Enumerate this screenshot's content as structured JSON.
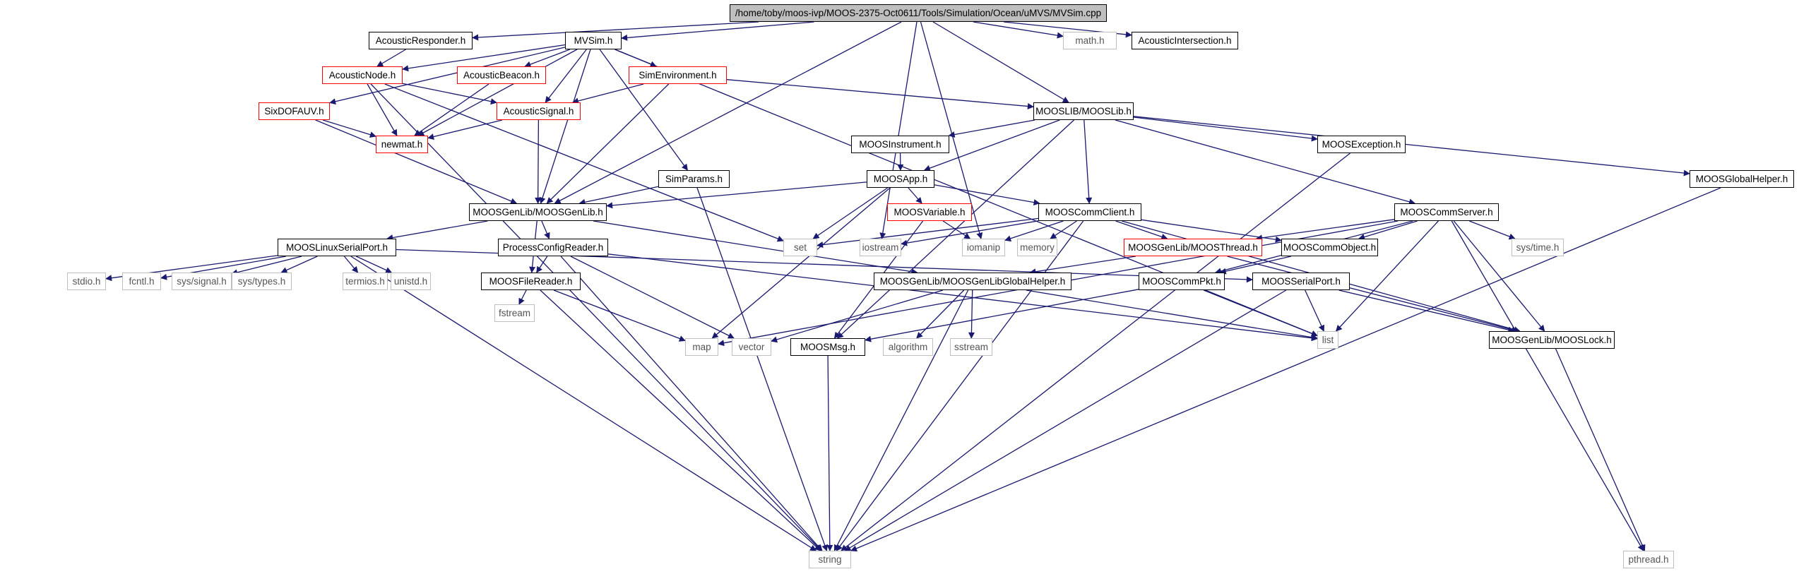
{
  "graph": {
    "colors": {
      "edge": "#191970",
      "node_border": "#000000",
      "node_warn": "#ff0000",
      "external": "#bfbfbf",
      "root_fill": "#bfbfbf"
    },
    "nodes": [
      {
        "id": "root",
        "label": "/home/toby/moos-ivp/MOOS-2375-Oct0611/Tools/Simulation/Ocean/uMVS/MVSim.cpp",
        "kind": "root"
      },
      {
        "id": "acresp",
        "label": "AcousticResponder.h",
        "kind": "normal"
      },
      {
        "id": "mvsim",
        "label": "MVSim.h",
        "kind": "normal"
      },
      {
        "id": "math",
        "label": "math.h",
        "kind": "ext"
      },
      {
        "id": "acinter",
        "label": "AcousticIntersection.h",
        "kind": "normal"
      },
      {
        "id": "acnode",
        "label": "AcousticNode.h",
        "kind": "red"
      },
      {
        "id": "acbeacon",
        "label": "AcousticBeacon.h",
        "kind": "red"
      },
      {
        "id": "simenv",
        "label": "SimEnvironment.h",
        "kind": "red"
      },
      {
        "id": "sixdof",
        "label": "SixDOFAUV.h",
        "kind": "red"
      },
      {
        "id": "acsig",
        "label": "AcousticSignal.h",
        "kind": "red"
      },
      {
        "id": "moosliblib",
        "label": "MOOSLIB/MOOSLib.h",
        "kind": "normal"
      },
      {
        "id": "newmat",
        "label": "newmat.h",
        "kind": "red"
      },
      {
        "id": "mooinst",
        "label": "MOOSInstrument.h",
        "kind": "normal"
      },
      {
        "id": "mooexc",
        "label": "MOOSException.h",
        "kind": "normal"
      },
      {
        "id": "simparams",
        "label": "SimParams.h",
        "kind": "normal"
      },
      {
        "id": "moosapp",
        "label": "MOOSApp.h",
        "kind": "normal"
      },
      {
        "id": "globalhelper",
        "label": "MOOSGlobalHelper.h",
        "kind": "normal"
      },
      {
        "id": "genlib",
        "label": "MOOSGenLib/MOOSGenLib.h",
        "kind": "normal"
      },
      {
        "id": "moosvar",
        "label": "MOOSVariable.h",
        "kind": "red"
      },
      {
        "id": "commclient",
        "label": "MOOSCommClient.h",
        "kind": "normal"
      },
      {
        "id": "commserver",
        "label": "MOOSCommServer.h",
        "kind": "normal"
      },
      {
        "id": "linuxserial",
        "label": "MOOSLinuxSerialPort.h",
        "kind": "normal"
      },
      {
        "id": "pcr",
        "label": "ProcessConfigReader.h",
        "kind": "normal"
      },
      {
        "id": "set",
        "label": "set",
        "kind": "ext"
      },
      {
        "id": "iostream",
        "label": "iostream",
        "kind": "ext"
      },
      {
        "id": "iomanip",
        "label": "iomanip",
        "kind": "ext"
      },
      {
        "id": "memory",
        "label": "memory",
        "kind": "ext"
      },
      {
        "id": "moosthread",
        "label": "MOOSGenLib/MOOSThread.h",
        "kind": "red"
      },
      {
        "id": "commobject",
        "label": "MOOSCommObject.h",
        "kind": "normal"
      },
      {
        "id": "systime",
        "label": "sys/time.h",
        "kind": "ext"
      },
      {
        "id": "stdio",
        "label": "stdio.h",
        "kind": "ext"
      },
      {
        "id": "fcntl",
        "label": "fcntl.h",
        "kind": "ext"
      },
      {
        "id": "syssignal",
        "label": "sys/signal.h",
        "kind": "ext"
      },
      {
        "id": "systypes",
        "label": "sys/types.h",
        "kind": "ext"
      },
      {
        "id": "termios",
        "label": "termios.h",
        "kind": "ext"
      },
      {
        "id": "unistd",
        "label": "unistd.h",
        "kind": "ext"
      },
      {
        "id": "filereader",
        "label": "MOOSFileReader.h",
        "kind": "normal"
      },
      {
        "id": "genlibglobal",
        "label": "MOOSGenLib/MOOSGenLibGlobalHelper.h",
        "kind": "normal"
      },
      {
        "id": "commpkt",
        "label": "MOOSCommPkt.h",
        "kind": "normal"
      },
      {
        "id": "serialport",
        "label": "MOOSSerialPort.h",
        "kind": "normal"
      },
      {
        "id": "fstream",
        "label": "fstream",
        "kind": "ext"
      },
      {
        "id": "map",
        "label": "map",
        "kind": "ext"
      },
      {
        "id": "vector",
        "label": "vector",
        "kind": "ext"
      },
      {
        "id": "moosmsg",
        "label": "MOOSMsg.h",
        "kind": "normal"
      },
      {
        "id": "algorithm",
        "label": "algorithm",
        "kind": "ext"
      },
      {
        "id": "sstream",
        "label": "sstream",
        "kind": "ext"
      },
      {
        "id": "list",
        "label": "list",
        "kind": "ext"
      },
      {
        "id": "mooslock",
        "label": "MOOSGenLib/MOOSLock.h",
        "kind": "normal"
      },
      {
        "id": "string",
        "label": "string",
        "kind": "ext"
      },
      {
        "id": "pthread",
        "label": "pthread.h",
        "kind": "ext"
      }
    ],
    "edges": [
      [
        "root",
        "acresp"
      ],
      [
        "root",
        "mvsim"
      ],
      [
        "root",
        "math"
      ],
      [
        "root",
        "acinter"
      ],
      [
        "root",
        "genlib"
      ],
      [
        "root",
        "moosliblib"
      ],
      [
        "root",
        "iostream"
      ],
      [
        "root",
        "iomanip"
      ],
      [
        "acresp",
        "acnode"
      ],
      [
        "mvsim",
        "acnode"
      ],
      [
        "mvsim",
        "acbeacon"
      ],
      [
        "mvsim",
        "simenv"
      ],
      [
        "mvsim",
        "sixdof"
      ],
      [
        "mvsim",
        "acsig"
      ],
      [
        "mvsim",
        "newmat"
      ],
      [
        "mvsim",
        "simparams"
      ],
      [
        "mvsim",
        "genlib"
      ],
      [
        "mvsim",
        "list"
      ],
      [
        "acnode",
        "acsig"
      ],
      [
        "acnode",
        "newmat"
      ],
      [
        "acnode",
        "set"
      ],
      [
        "acnode",
        "string"
      ],
      [
        "acbeacon",
        "newmat"
      ],
      [
        "simenv",
        "acsig"
      ],
      [
        "simenv",
        "moosliblib"
      ],
      [
        "simenv",
        "genlib"
      ],
      [
        "sixdof",
        "newmat"
      ],
      [
        "sixdof",
        "genlib"
      ],
      [
        "acsig",
        "newmat"
      ],
      [
        "acsig",
        "genlib"
      ],
      [
        "moosliblib",
        "mooinst"
      ],
      [
        "moosliblib",
        "mooexc"
      ],
      [
        "moosliblib",
        "moosapp"
      ],
      [
        "moosliblib",
        "globalhelper"
      ],
      [
        "moosliblib",
        "commclient"
      ],
      [
        "moosliblib",
        "commserver"
      ],
      [
        "moosliblib",
        "moosmsg"
      ],
      [
        "mooinst",
        "moosapp"
      ],
      [
        "mooexc",
        "string"
      ],
      [
        "simparams",
        "genlib"
      ],
      [
        "simparams",
        "string"
      ],
      [
        "moosapp",
        "genlib"
      ],
      [
        "moosapp",
        "moosvar"
      ],
      [
        "moosapp",
        "commclient"
      ],
      [
        "moosapp",
        "set"
      ],
      [
        "moosapp",
        "map"
      ],
      [
        "globalhelper",
        "string"
      ],
      [
        "genlib",
        "linuxserial"
      ],
      [
        "genlib",
        "pcr"
      ],
      [
        "genlib",
        "filereader"
      ],
      [
        "genlib",
        "genlibglobal"
      ],
      [
        "moosvar",
        "iomanip"
      ],
      [
        "moosvar",
        "moosmsg"
      ],
      [
        "commclient",
        "set"
      ],
      [
        "commclient",
        "iostream"
      ],
      [
        "commclient",
        "iomanip"
      ],
      [
        "commclient",
        "memory"
      ],
      [
        "commclient",
        "moosthread"
      ],
      [
        "commclient",
        "commobject"
      ],
      [
        "commclient",
        "mooslock"
      ],
      [
        "commclient",
        "string"
      ],
      [
        "commserver",
        "moosthread"
      ],
      [
        "commserver",
        "commobject"
      ],
      [
        "commserver",
        "commpkt"
      ],
      [
        "commserver",
        "systime"
      ],
      [
        "commserver",
        "list"
      ],
      [
        "commserver",
        "mooslock"
      ],
      [
        "commserver",
        "pthread"
      ],
      [
        "commserver",
        "map"
      ],
      [
        "linuxserial",
        "stdio"
      ],
      [
        "linuxserial",
        "fcntl"
      ],
      [
        "linuxserial",
        "syssignal"
      ],
      [
        "linuxserial",
        "systypes"
      ],
      [
        "linuxserial",
        "termios"
      ],
      [
        "linuxserial",
        "unistd"
      ],
      [
        "linuxserial",
        "serialport"
      ],
      [
        "linuxserial",
        "string"
      ],
      [
        "pcr",
        "filereader"
      ],
      [
        "pcr",
        "vector"
      ],
      [
        "pcr",
        "string"
      ],
      [
        "pcr",
        "list"
      ],
      [
        "moosthread",
        "genlibglobal"
      ],
      [
        "moosthread",
        "mooslock"
      ],
      [
        "commobject",
        "commpkt"
      ],
      [
        "filereader",
        "fstream"
      ],
      [
        "filereader",
        "map"
      ],
      [
        "filereader",
        "string"
      ],
      [
        "genlibglobal",
        "vector"
      ],
      [
        "genlibglobal",
        "algorithm"
      ],
      [
        "genlibglobal",
        "sstream"
      ],
      [
        "genlibglobal",
        "list"
      ],
      [
        "genlibglobal",
        "string"
      ],
      [
        "commpkt",
        "moosmsg"
      ],
      [
        "commpkt",
        "list"
      ],
      [
        "serialport",
        "list"
      ],
      [
        "serialport",
        "mooslock"
      ],
      [
        "serialport",
        "string"
      ],
      [
        "moosmsg",
        "string"
      ],
      [
        "mooslock",
        "pthread"
      ]
    ]
  }
}
